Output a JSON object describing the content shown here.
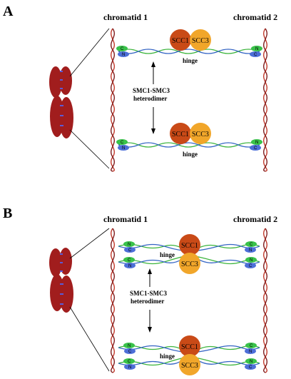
{
  "panels": [
    {
      "letter": "A",
      "chromatid_left": "chromatid 1",
      "chromatid_right": "chromatid 2",
      "dimer_label_line1": "SMC1-SMC3",
      "dimer_label_line2": "heterodimer",
      "hinge_label": "hinge",
      "scc1_label": "SCC1",
      "scc3_label": "SCC3",
      "n_label": "N",
      "c_label": "C"
    },
    {
      "letter": "B",
      "chromatid_left": "chromatid 1",
      "chromatid_right": "chromatid 2",
      "dimer_label_line1": "SMC1-SMC3",
      "dimer_label_line2": "heterodimer",
      "hinge_label": "hinge",
      "scc1_label": "SCC1",
      "scc3_label": "SCC3",
      "n_label": "N",
      "c_label": "C"
    }
  ],
  "colors": {
    "chromosome": "#a11d1d",
    "chromosome_band": "#5b5bd6",
    "dna_red": "#c0392b",
    "dna_blue": "#4a73c9",
    "smc_green": "#3cb43c",
    "smc_blue": "#3565c4",
    "scc1": "#c94a17",
    "scc3": "#f1a62a",
    "terminal_green": "#39c24a",
    "terminal_blue": "#4d6fd8"
  }
}
